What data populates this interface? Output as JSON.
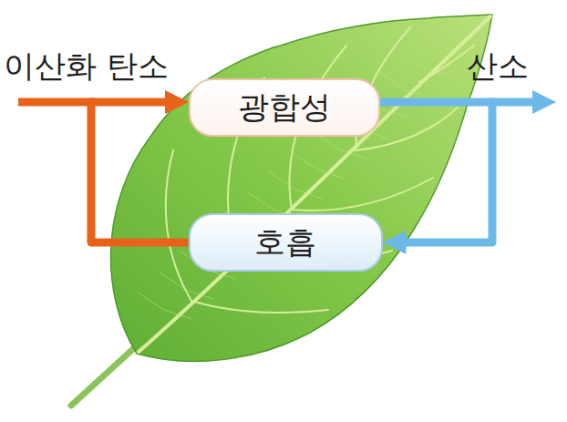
{
  "diagram": {
    "nodes": [
      {
        "text": [
          "광합성"
        ]
      },
      {
        "text": [
          "호흡"
        ]
      }
    ],
    "edges": [
      {
        "from": 1,
        "to": 0,
        "arrow": "to"
      },
      {
        "from": 0,
        "to": 1,
        "arrow": "to"
      }
    ],
    "labels": [
      "이산화 탄소",
      "산소"
    ]
  }
}
